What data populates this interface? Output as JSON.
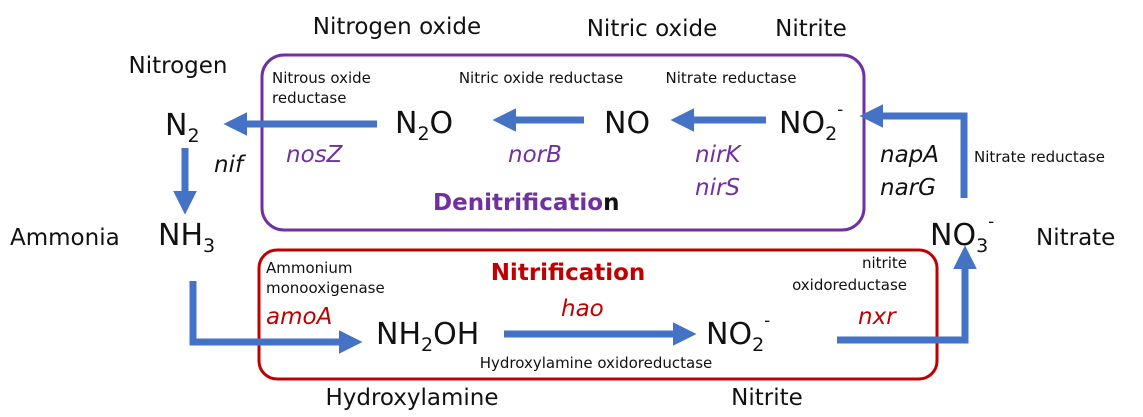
{
  "colors": {
    "arrow": "#4472C4",
    "denitrification": "#7030A0",
    "nitrification": "#C00000",
    "text": "#111111"
  },
  "compounds": {
    "nitrogen_oxide": "Nitrogen oxide",
    "nitric_oxide": "Nitric oxide",
    "nitrite_top": "Nitrite",
    "nitrogen": "Nitrogen",
    "ammonia": "Ammonia",
    "nitrate": "Nitrate",
    "hydroxylamine": "Hydroxylamine",
    "nitrite_bottom": "Nitrite"
  },
  "molecules": {
    "n2": {
      "base": "N",
      "sub": "2"
    },
    "n2o": {
      "pre": "N",
      "sub": "2",
      "post": "O"
    },
    "no": "NO",
    "no2_top": {
      "base": "NO",
      "sub": "2",
      "sup": "-"
    },
    "nh3": {
      "base": "NH",
      "sub": "3"
    },
    "no3": {
      "base": "NO",
      "sub": "3",
      "sup": "-"
    },
    "nh2oh": {
      "pre": "NH",
      "sub": "2",
      "post": "OH"
    },
    "no2_bottom": {
      "base": "NO",
      "sub": "2",
      "sup": "-"
    }
  },
  "enzymes": {
    "nitrous_oxide_reductase_line1": "Nitrous oxide",
    "nitrous_oxide_reductase_line2": "reductase",
    "nitric_oxide_reductase": "Nitric oxide reductase",
    "nitrate_reductase_top": "Nitrate reductase",
    "nitrate_reductase_right": "Nitrate reductase",
    "ammonium_monooxygenase_line1": "Ammonium",
    "ammonium_monooxygenase_line2": "monooxigenase",
    "nitrite_oxidoreductase_line1": "nitrite",
    "nitrite_oxidoreductase_line2": "oxidoreductase",
    "hydroxylamine_oxidoreductase": "Hydroxylamine oxidoreductase"
  },
  "genes": {
    "nosZ": "nosZ",
    "norB": "norB",
    "nirK": "nirK",
    "nirS": "nirS",
    "nif": "nif",
    "napA": "napA",
    "narG": "narG",
    "amoA": "amoA",
    "hao": "hao",
    "nxr": "nxr"
  },
  "processes": {
    "denitrification_main": "Denitrificatio",
    "denitrification_tail": "n",
    "nitrification": "Nitrification"
  }
}
